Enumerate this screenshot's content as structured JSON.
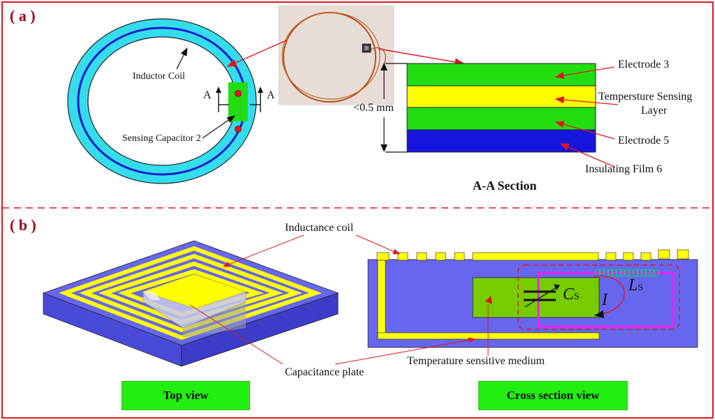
{
  "panel_a": {
    "tag": "( a )",
    "inductor_coil": "Inductor Coil",
    "section_mark_left": "A",
    "section_mark_right": "A",
    "sensing_capacitor": "Sensing Capacitor 2",
    "thickness": "<0.5 mm",
    "electrode_top": "Electrode 3",
    "sensing_layer_line1": "Tempersture Sensing",
    "sensing_layer_line2": "Layer",
    "electrode_bottom": "Electrode 5",
    "insulating_film": "Insulating Film 6",
    "section_title": "A-A Section"
  },
  "panel_b": {
    "tag": "( b )",
    "inductance_coil": "Inductance coil",
    "capacitance_plate": "Capacitance plate",
    "medium": "Temperature sensitive medium",
    "cs_main": "C",
    "cs_sub": "S",
    "ls_main": "L",
    "ls_sub": "S",
    "current": "I",
    "top_view_button": "Top view",
    "cross_view_button": "Cross section view"
  },
  "colors": {
    "frame": "#e0161e",
    "ring": "#33ddee",
    "coil": "#1a1acc",
    "green": "#22dd11",
    "yellow": "#ffff00",
    "blue": "#1515dd",
    "substrate": "#6666ee",
    "pointer": "#e0161e",
    "magenta": "#ee22ee"
  }
}
